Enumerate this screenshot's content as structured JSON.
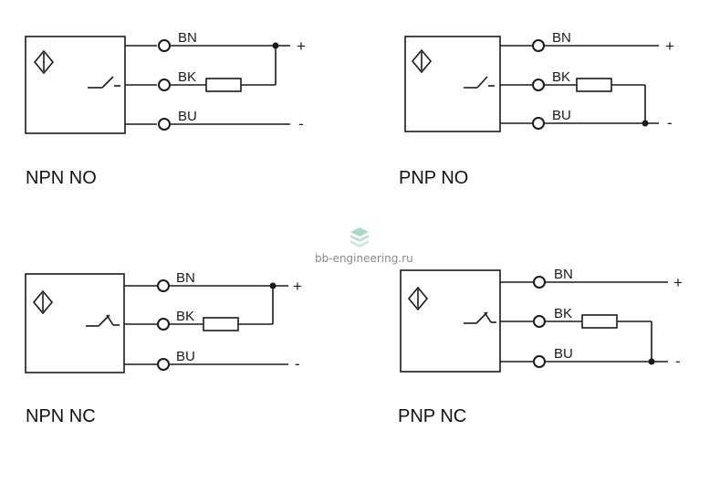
{
  "diagrams": [
    {
      "title": "NPN NO",
      "wires": [
        "BN",
        "BK",
        "BU"
      ],
      "signs": [
        "+",
        "-"
      ]
    },
    {
      "title": "PNP NO",
      "wires": [
        "BN",
        "BK",
        "BU"
      ],
      "signs": [
        "+",
        "-"
      ]
    },
    {
      "title": "NPN NC",
      "wires": [
        "BN",
        "BK",
        "BU"
      ],
      "signs": [
        "+",
        "-"
      ]
    },
    {
      "title": "PNP NC",
      "wires": [
        "BN",
        "BK",
        "BU"
      ],
      "signs": [
        "+",
        "-"
      ]
    }
  ],
  "watermark": {
    "text": "bb-engineering.ru",
    "icon": "stacked-layers-icon"
  },
  "colors": {
    "line": "#1a1a1a",
    "watermark_text": "#8a8a8a",
    "watermark_icon": "#8fc9b8"
  }
}
